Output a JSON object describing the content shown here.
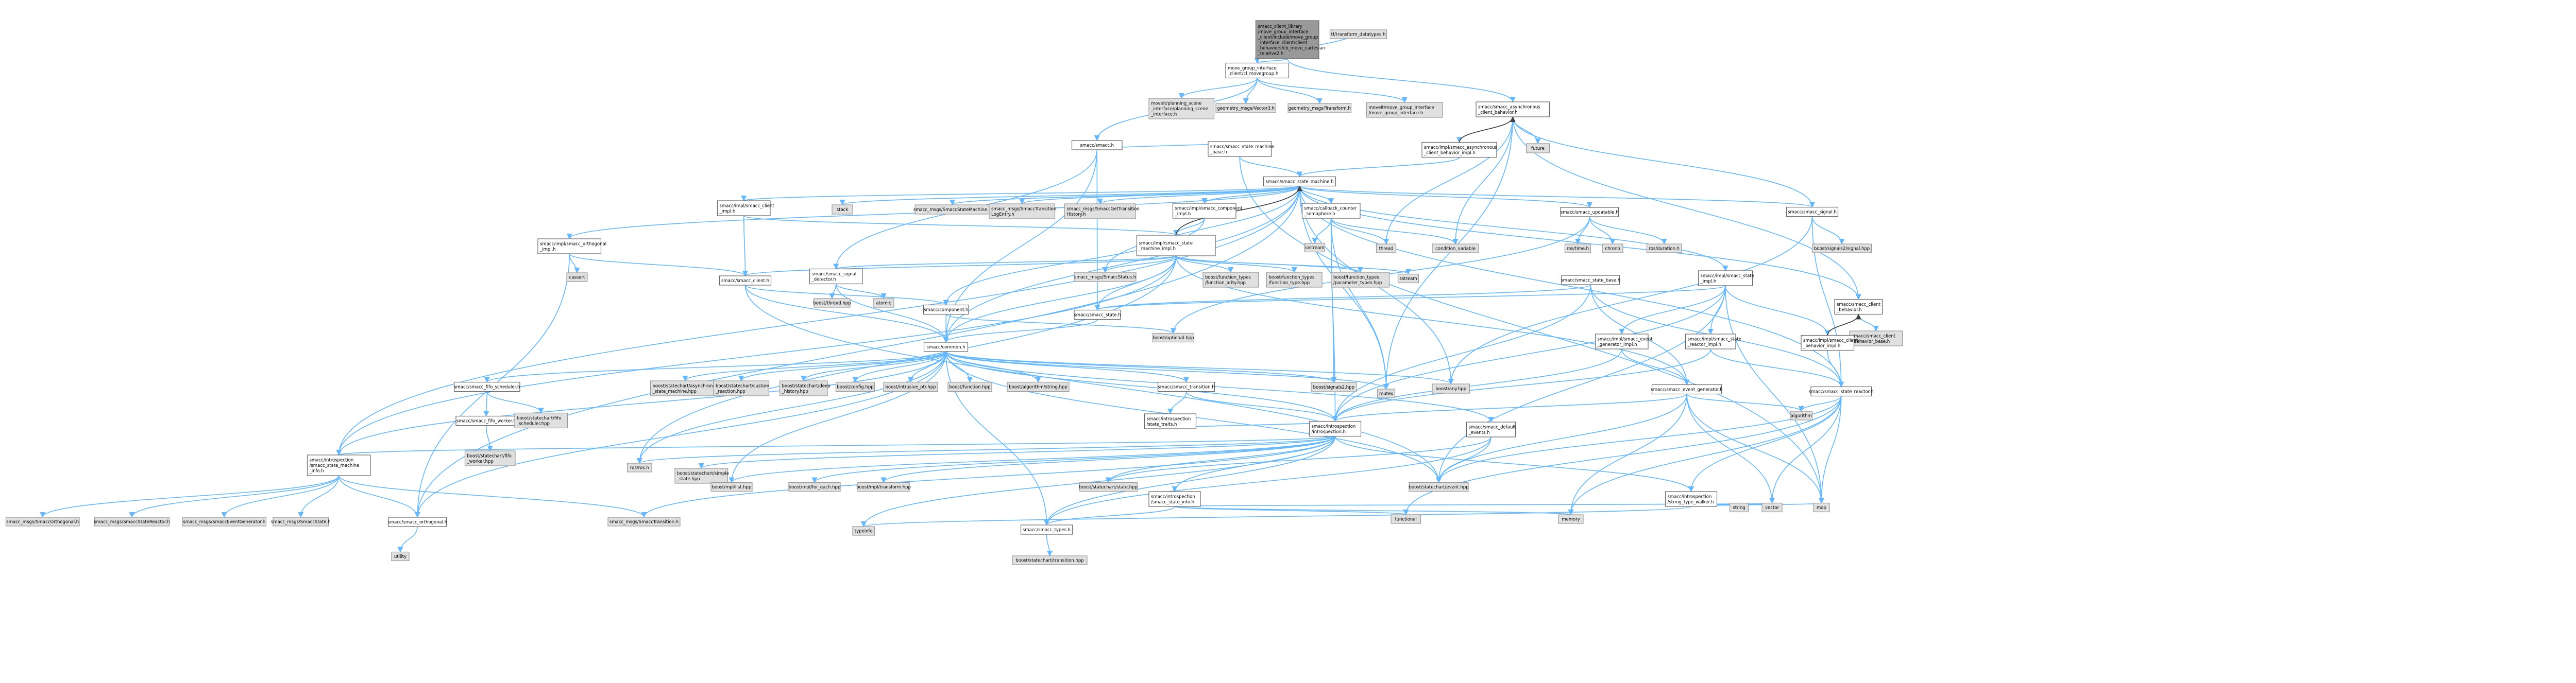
{
  "colors": {
    "edge": "#63b8ff",
    "edge_dark": "#404040",
    "root_fill": "#999999",
    "local_fill": "#ffffff",
    "external_fill": "#e0e0e0",
    "border": "#666666"
  },
  "nodes": {
    "root": {
      "label": "smacc_client_library\n/move_group_interface\n_client/include/move_group\n_interface_client/client\n_behaviors/cb_move_cartesian\n_relative2.h",
      "kind": "root"
    },
    "tf_types": {
      "label": "tf/transform_datatypes.h",
      "kind": "external"
    },
    "cl_movegroup": {
      "label": "move_group_interface\n_client/cl_movegroup.h",
      "kind": "local"
    },
    "smacc_h": {
      "label": "smacc/smacc.h",
      "kind": "local"
    },
    "planning_scene": {
      "label": "moveit/planning_scene\n_interface/planning_scene\n_interface.h",
      "kind": "external"
    },
    "vector3": {
      "label": "geometry_msgs/Vector3.h",
      "kind": "external"
    },
    "transform": {
      "label": "geometry_msgs/Transform.h",
      "kind": "external"
    },
    "moveit_mgi": {
      "label": "moveit/move_group_interface\n/move_group_interface.h",
      "kind": "external"
    },
    "async_cb": {
      "label": "smacc/smacc_asynchronous\n_client_behavior.h",
      "kind": "local"
    },
    "sm_base": {
      "label": "smacc/smacc_state_machine\n_base.h",
      "kind": "local"
    },
    "async_impl": {
      "label": "smacc/impl/smacc_asynchronous\n_client_behavior_impl.h",
      "kind": "local"
    },
    "future": {
      "label": "future",
      "kind": "external"
    },
    "sm_h": {
      "label": "smacc/smacc_state_machine.h",
      "kind": "local"
    },
    "client_impl": {
      "label": "smacc/impl/smacc_client\n_impl.h",
      "kind": "local"
    },
    "stack": {
      "label": "stack",
      "kind": "external"
    },
    "msg_sm": {
      "label": "smacc_msgs/SmaccStateMachine.h",
      "kind": "external"
    },
    "msg_tr_log": {
      "label": "smacc_msgs/SmaccTransition\nLogEntry.h",
      "kind": "external"
    },
    "msg_get_tr": {
      "label": "smacc_msgs/SmaccGetTransition\nHistory.h",
      "kind": "external"
    },
    "comp_impl": {
      "label": "smacc/impl/smacc_component\n_impl.h",
      "kind": "local"
    },
    "callback_counter": {
      "label": "smacc/callback_counter\n_semaphore.h",
      "kind": "local"
    },
    "updatable": {
      "label": "smacc/smacc_updatable.h",
      "kind": "local"
    },
    "signal_h": {
      "label": "smacc/smacc_signal.h",
      "kind": "local"
    },
    "orth_impl": {
      "label": "smacc/impl/smacc_orthogonal\n_impl.h",
      "kind": "local"
    },
    "sm_impl": {
      "label": "smacc/impl/smacc_state\n_machine_impl.h",
      "kind": "local"
    },
    "iostream": {
      "label": "iostream",
      "kind": "external"
    },
    "thread": {
      "label": "thread",
      "kind": "external"
    },
    "cond_var": {
      "label": "condition_variable",
      "kind": "external"
    },
    "ros_time": {
      "label": "ros/time.h",
      "kind": "external"
    },
    "chrono": {
      "label": "chrono",
      "kind": "external"
    },
    "ros_duration": {
      "label": "ros/duration.h",
      "kind": "external"
    },
    "signals2_signal": {
      "label": "boost/signals2/signal.hpp",
      "kind": "external"
    },
    "cassert": {
      "label": "cassert",
      "kind": "external"
    },
    "client_h": {
      "label": "smacc/smacc_client.h",
      "kind": "local"
    },
    "signal_detector": {
      "label": "smacc/smacc_signal\n_detector.h",
      "kind": "local"
    },
    "msg_status": {
      "label": "smacc_msgs/SmaccStatus.h",
      "kind": "external"
    },
    "ft_arity": {
      "label": "boost/function_types\n/function_arity.hpp",
      "kind": "external"
    },
    "ft_type": {
      "label": "boost/function_types\n/function_type.hpp",
      "kind": "external"
    },
    "ft_param": {
      "label": "boost/function_types\n/parameter_types.hpp",
      "kind": "external"
    },
    "sstream": {
      "label": "sstream",
      "kind": "external"
    },
    "state_base": {
      "label": "smacc/smacc_state_base.h",
      "kind": "local"
    },
    "state_impl": {
      "label": "smacc/impl/smacc_state\n_impl.h",
      "kind": "local"
    },
    "boost_thread": {
      "label": "boost/thread.hpp",
      "kind": "external"
    },
    "atomic": {
      "label": "atomic",
      "kind": "external"
    },
    "component_h": {
      "label": "smacc/component.h",
      "kind": "local"
    },
    "state_h": {
      "label": "smacc/smacc_state.h",
      "kind": "local"
    },
    "client_behavior": {
      "label": "smacc/smacc_client\n_behavior.h",
      "kind": "local"
    },
    "cb_base": {
      "label": "smacc/smacc_client\n_behavior_base.h",
      "kind": "external"
    },
    "opt": {
      "label": "boost/optional.hpp",
      "kind": "external"
    },
    "evgen_impl": {
      "label": "smacc/impl/smacc_event\n_generator_impl.h",
      "kind": "local"
    },
    "reactor_impl": {
      "label": "smacc/impl/smacc_state\n_reactor_impl.h",
      "kind": "local"
    },
    "cb_impl": {
      "label": "smacc/impl/smacc_client\n_behavior_impl.h",
      "kind": "local"
    },
    "common_h": {
      "label": "smacc/common.h",
      "kind": "local"
    },
    "fifo_sched": {
      "label": "smacc/smacc_fifo_scheduler.h",
      "kind": "local"
    },
    "sc_async": {
      "label": "boost/statechart/asynchronous\n_state_machine.hpp",
      "kind": "external"
    },
    "sc_custom": {
      "label": "boost/statechart/custom\n_reaction.hpp",
      "kind": "external"
    },
    "sc_deep": {
      "label": "boost/statechart/deep\n_history.hpp",
      "kind": "external"
    },
    "config": {
      "label": "boost/config.hpp",
      "kind": "external"
    },
    "intrusive": {
      "label": "boost/intrusive_ptr.hpp",
      "kind": "external"
    },
    "function": {
      "label": "boost/function.hpp",
      "kind": "external"
    },
    "algo_str": {
      "label": "boost/algorithm/string.hpp",
      "kind": "external"
    },
    "smacc_transition": {
      "label": "smacc/smacc_transition.h",
      "kind": "local"
    },
    "signals2": {
      "label": "boost/signals2.hpp",
      "kind": "external"
    },
    "mutex": {
      "label": "mutex",
      "kind": "external"
    },
    "any": {
      "label": "boost/any.hpp",
      "kind": "external"
    },
    "event_generator": {
      "label": "smacc/smacc_event_generator.h",
      "kind": "local"
    },
    "state_reactor": {
      "label": "smacc/smacc_state_reactor.h",
      "kind": "local"
    },
    "algorithm": {
      "label": "algorithm",
      "kind": "external"
    },
    "fifo_worker": {
      "label": "smacc/smacc_fifo_worker.h",
      "kind": "local"
    },
    "sc_fifo_sched": {
      "label": "boost/statechart/fifo\n_scheduler.hpp",
      "kind": "external"
    },
    "state_traits": {
      "label": "smacc/introspection\n/state_traits.h",
      "kind": "local"
    },
    "introspection": {
      "label": "smacc/introspection\n/introspection.h",
      "kind": "local"
    },
    "default_events": {
      "label": "smacc/smacc_default\n_events.h",
      "kind": "local"
    },
    "sc_fifo_worker": {
      "label": "boost/statechart/fifo\n_worker.hpp",
      "kind": "external"
    },
    "sm_info": {
      "label": "smacc/introspection\n/smacc_state_machine\n_info.h",
      "kind": "local"
    },
    "ros_h": {
      "label": "ros/ros.h",
      "kind": "external"
    },
    "sc_simple": {
      "label": "boost/statechart/simple\n_state.hpp",
      "kind": "external"
    },
    "mpl_list": {
      "label": "boost/mpl/list.hpp",
      "kind": "external"
    },
    "mpl_for_each": {
      "label": "boost/mpl/for_each.hpp",
      "kind": "external"
    },
    "mpl_transform": {
      "label": "boost/mpl/transform.hpp",
      "kind": "external"
    },
    "sc_state": {
      "label": "boost/statechart/state.hpp",
      "kind": "external"
    },
    "sc_event": {
      "label": "boost/statechart/event.hpp",
      "kind": "external"
    },
    "state_info": {
      "label": "smacc/introspection\n/smacc_state_info.h",
      "kind": "local"
    },
    "type_walker": {
      "label": "smacc/introspection\n/string_type_walker.h",
      "kind": "local"
    },
    "string": {
      "label": "string",
      "kind": "external"
    },
    "vector": {
      "label": "vector",
      "kind": "external"
    },
    "map": {
      "label": "map",
      "kind": "external"
    },
    "functional": {
      "label": "functional",
      "kind": "external"
    },
    "memory": {
      "label": "memory",
      "kind": "external"
    },
    "msg_orth": {
      "label": "smacc_msgs/SmaccOrthogonal.h",
      "kind": "external"
    },
    "msg_reactor": {
      "label": "smacc_msgs/SmaccStateReactor.h",
      "kind": "external"
    },
    "msg_evgen": {
      "label": "smacc_msgs/SmaccEventGenerator.h",
      "kind": "external"
    },
    "msg_state": {
      "label": "smacc_msgs/SmaccState.h",
      "kind": "external"
    },
    "orthogonal_h": {
      "label": "smacc/smacc_orthogonal.h",
      "kind": "local"
    },
    "msg_transition": {
      "label": "smacc_msgs/SmaccTransition.h",
      "kind": "external"
    },
    "typeinfo": {
      "label": "typeinfo",
      "kind": "external"
    },
    "types_h": {
      "label": "smacc/smacc_types.h",
      "kind": "local"
    },
    "utility": {
      "label": "utility",
      "kind": "external"
    },
    "sc_transition": {
      "label": "boost/statechart/transition.hpp",
      "kind": "external"
    }
  }
}
